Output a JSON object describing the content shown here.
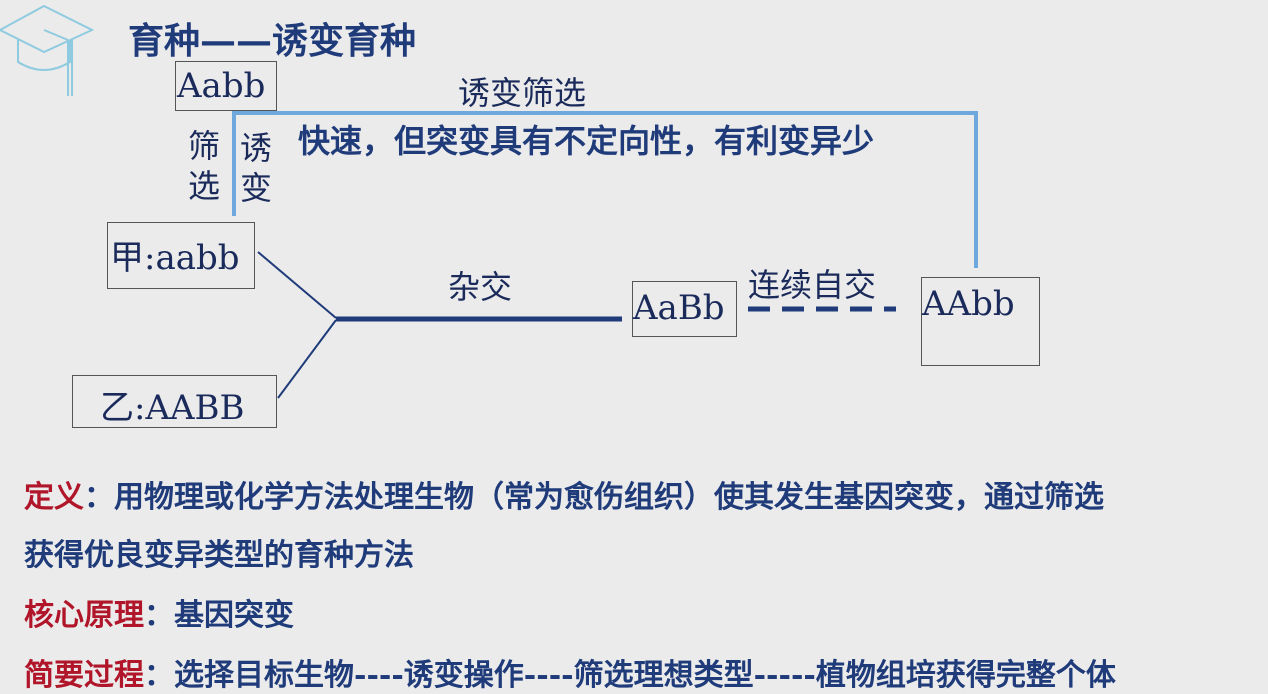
{
  "title": "育种——诱变育种",
  "boxes": {
    "top": "Aabb",
    "jia": "甲:aabb",
    "yi": "乙:AABB",
    "hybrid": "AaBb",
    "result": "AAbb"
  },
  "labels": {
    "mutation_screen": "诱变筛选",
    "screen_vertical": "筛选",
    "mutate_vertical": "诱变",
    "cross": "杂交",
    "selfing": "连续自交"
  },
  "note": "快速，但突变具有不定向性，有利变异少",
  "definition": {
    "label": "定义",
    "text_line1": "：用物理或化学方法处理生物（常为愈伤组织）使其发生基因突变，通过筛选",
    "text_line2": "获得优良变异类型的育种方法"
  },
  "principle": {
    "label": "核心原理",
    "text": "：基因突变"
  },
  "process": {
    "label": "简要过程",
    "text": "：选择目标生物----诱变操作----筛选理想类型-----植物组培获得完整个体"
  },
  "colors": {
    "title": "#1f3b7a",
    "accent_red": "#b0152a",
    "line_blue": "#6fa8dc",
    "line_dark": "#1f3b7a"
  }
}
